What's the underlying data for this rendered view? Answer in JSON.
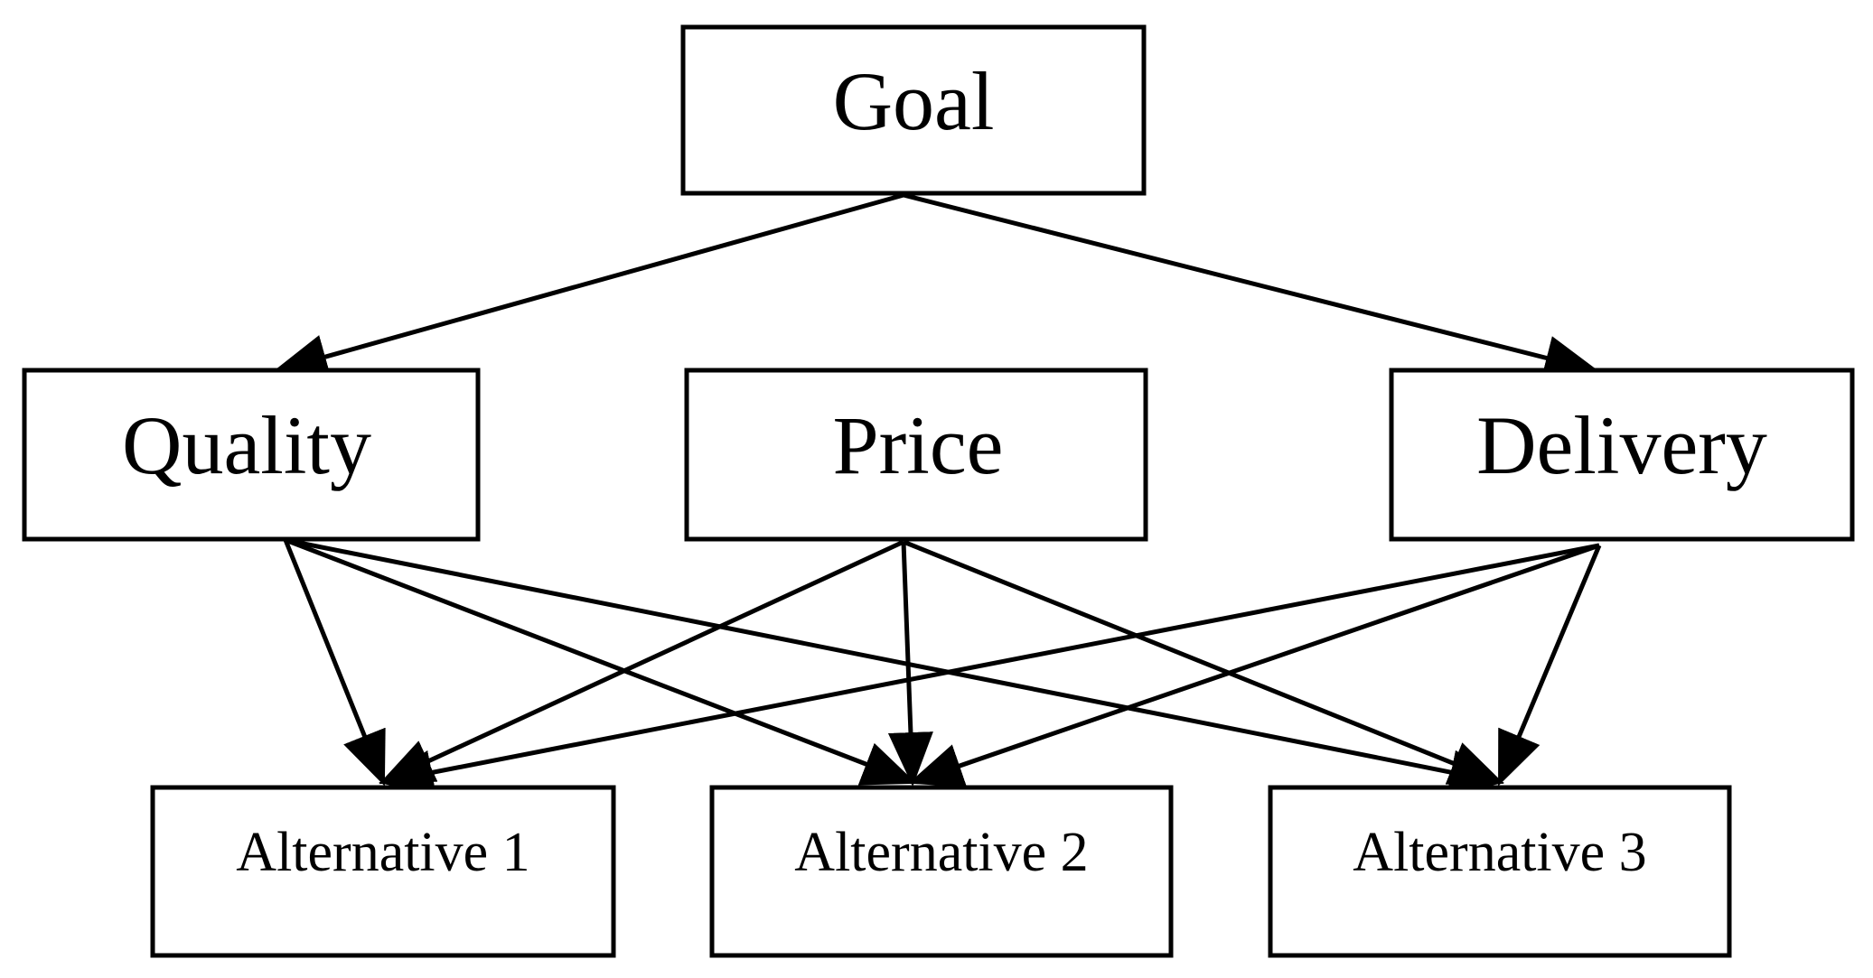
{
  "diagram": {
    "nodes": {
      "goal": {
        "label": "Goal"
      },
      "quality": {
        "label": "Quality"
      },
      "price": {
        "label": "Price"
      },
      "delivery": {
        "label": "Delivery"
      },
      "alt1": {
        "label": "Alternative 1"
      },
      "alt2": {
        "label": "Alternative 2"
      },
      "alt3": {
        "label": "Alternative 3"
      }
    },
    "edges": [
      {
        "from": "goal",
        "to": "quality"
      },
      {
        "from": "goal",
        "to": "delivery"
      },
      {
        "from": "quality",
        "to": "alt1"
      },
      {
        "from": "quality",
        "to": "alt2"
      },
      {
        "from": "quality",
        "to": "alt3"
      },
      {
        "from": "price",
        "to": "alt1"
      },
      {
        "from": "price",
        "to": "alt2"
      },
      {
        "from": "price",
        "to": "alt3"
      },
      {
        "from": "delivery",
        "to": "alt1"
      },
      {
        "from": "delivery",
        "to": "alt2"
      },
      {
        "from": "delivery",
        "to": "alt3"
      }
    ],
    "colors": {
      "stroke": "#000000",
      "background": "#ffffff"
    }
  }
}
